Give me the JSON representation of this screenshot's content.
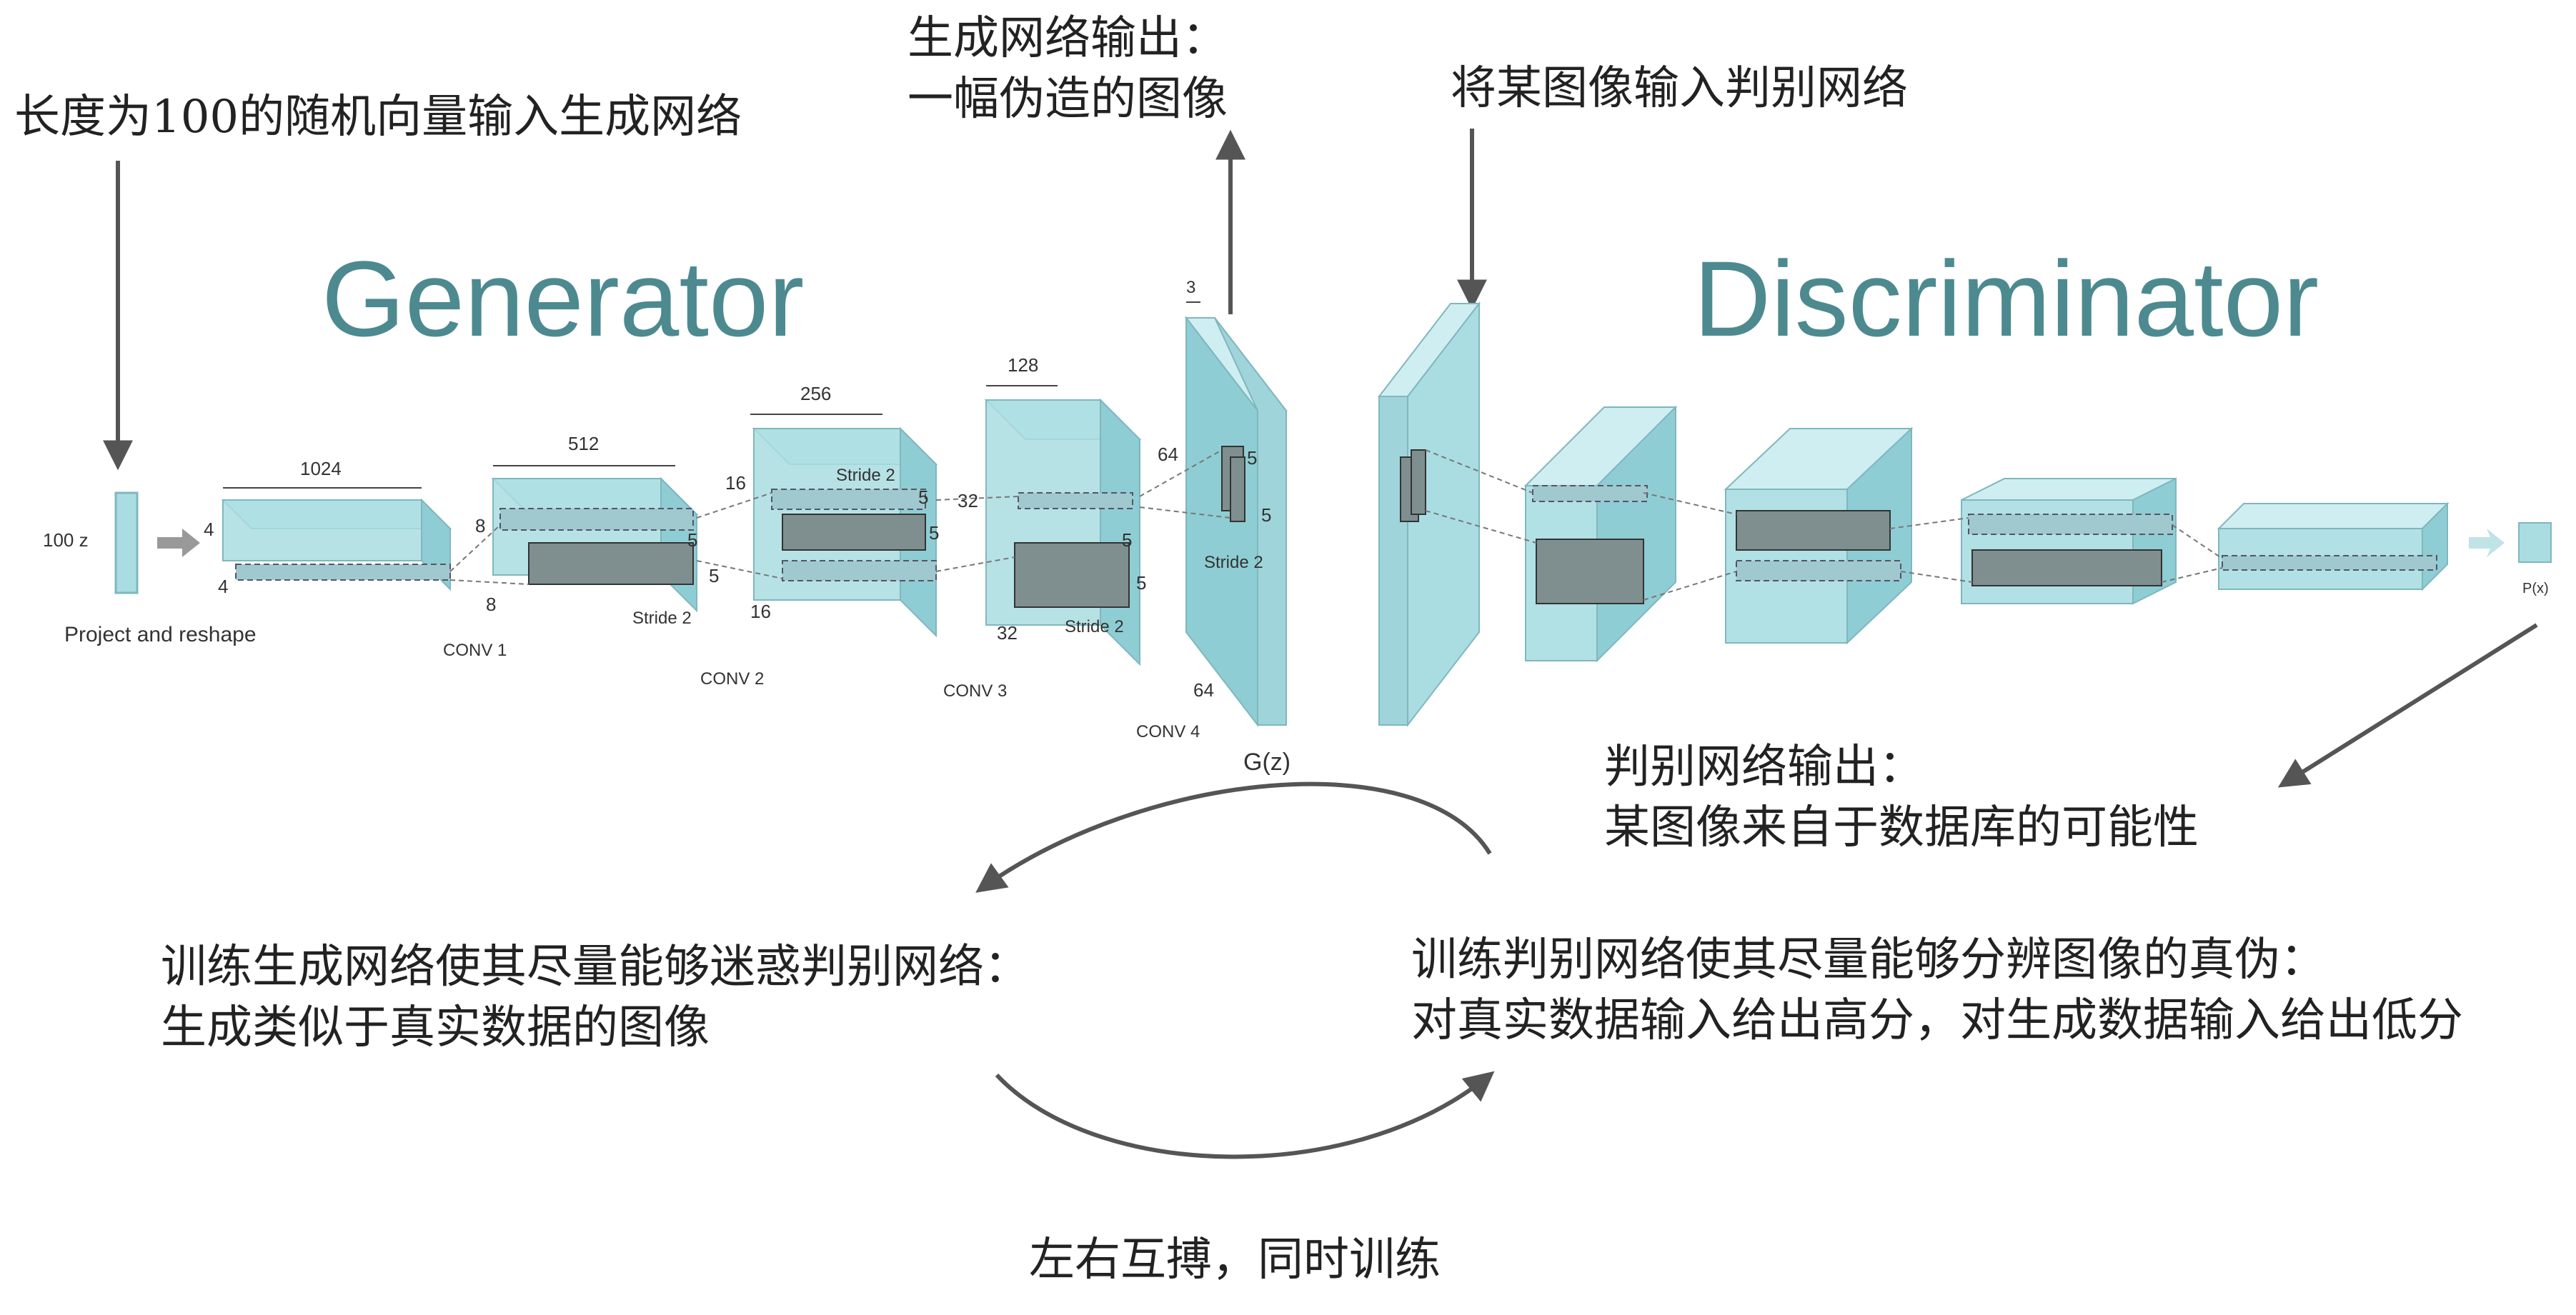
{
  "annotations": {
    "input_vector": "长度为100的随机向量输入生成网络",
    "gen_output_line1": "生成网络输出：",
    "gen_output_line2": "一幅伪造的图像",
    "disc_input": "将某图像输入判别网络",
    "disc_output_line1": "判别网络输出：",
    "disc_output_line2": "某图像来自于数据库的可能性",
    "train_gen_line1": "训练生成网络使其尽量能够迷惑判别网络：",
    "train_gen_line2": "生成类似于真实数据的图像",
    "train_disc_line1": "训练判别网络使其尽量能够分辨图像的真伪：",
    "train_disc_line2": "对真实数据输入给出高分，对生成数据输入给出低分",
    "adversarial": "左右互搏，同时训练"
  },
  "titles": {
    "generator": "Generator",
    "discriminator": "Discriminator"
  },
  "generator": {
    "input_label": "100 z",
    "project_label": "Project and reshape",
    "conv1": {
      "name": "CONV 1",
      "depth": "1024",
      "size_a": "4",
      "size_b": "4"
    },
    "conv2": {
      "name": "CONV 2",
      "depth": "512",
      "size_a": "8",
      "size_b": "8",
      "k1": "5",
      "k2": "5",
      "stride": "Stride 2"
    },
    "conv3": {
      "name": "CONV 3",
      "depth": "256",
      "size_a": "16",
      "size_b": "16",
      "k1": "5",
      "k2": "5",
      "stride": "Stride 2"
    },
    "conv4": {
      "name": "CONV 4",
      "depth": "128",
      "size_a": "32",
      "size_b": "32",
      "k1": "5",
      "k2": "5",
      "stride": "Stride 2"
    },
    "output": {
      "name": "G(z)",
      "depth": "3",
      "size_a": "64",
      "size_b": "64",
      "k1": "5",
      "k2": "5",
      "stride": "Stride 2"
    }
  },
  "discriminator": {
    "output_label": "P(x)"
  },
  "colors": {
    "block_front": "#a9dde2",
    "block_top": "#cfeef1",
    "block_side": "#8fcdd4",
    "title": "#4d8a90",
    "arrow": "#555555"
  }
}
